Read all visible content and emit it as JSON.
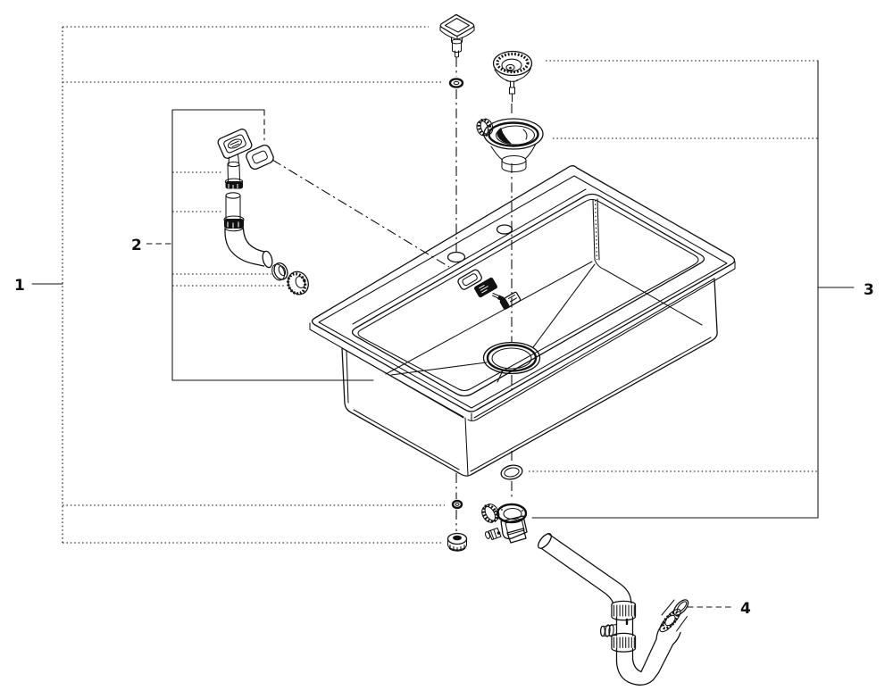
{
  "figure": {
    "type": "exploded-parts-diagram",
    "background_color": "#ffffff",
    "line_color": "#111111",
    "callouts": [
      {
        "id": "1"
      },
      {
        "id": "2"
      },
      {
        "id": "3"
      },
      {
        "id": "4"
      }
    ]
  }
}
